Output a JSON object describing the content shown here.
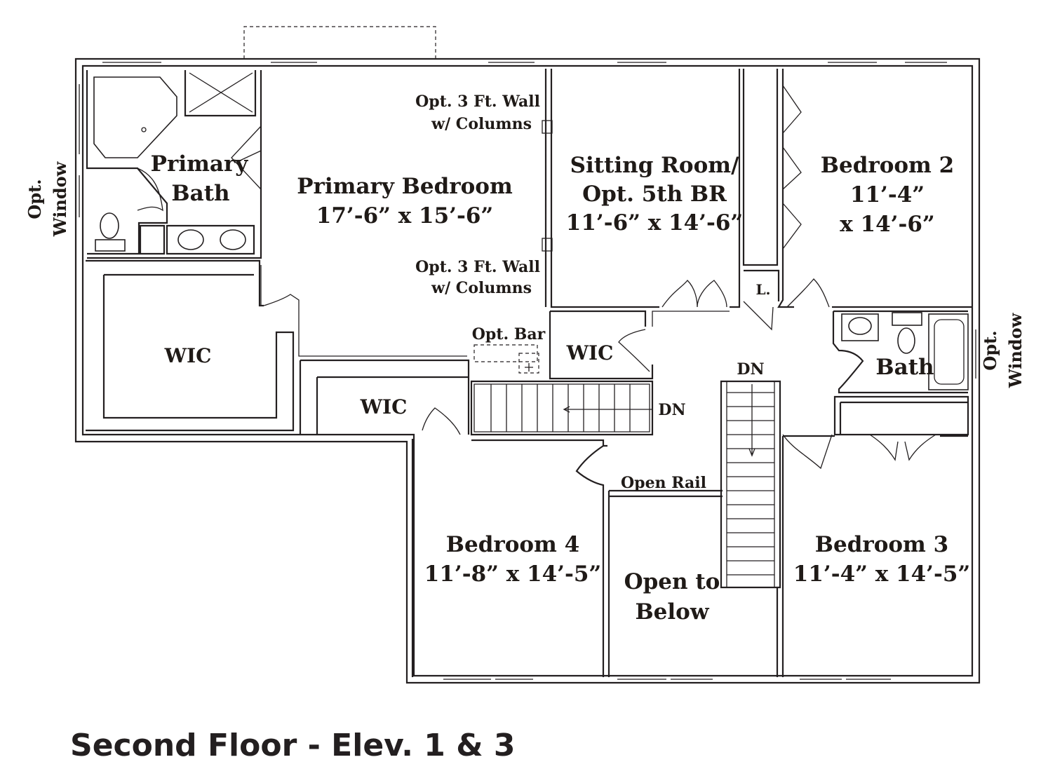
{
  "title": "Second Floor - Elev. 1 & 3",
  "rooms": {
    "primary_bath": [
      "Primary",
      "Bath"
    ],
    "primary_bedroom": [
      "Primary Bedroom",
      "17’-6” x 15’-6”"
    ],
    "sitting_room": [
      "Sitting Room/",
      "Opt. 5th BR",
      "11’-6” x 14’-6”"
    ],
    "bedroom2": [
      "Bedroom 2",
      "11’-4”",
      "x 14’-6”"
    ],
    "wic_primary": "WIC",
    "wic_middle": "WIC",
    "wic_hall": "WIC",
    "bath": "Bath",
    "linen": "L.",
    "bedroom4": [
      "Bedroom 4",
      "11’-8” x 14’-5”"
    ],
    "open_to_below": [
      "Open to",
      "Below"
    ],
    "bedroom3": [
      "Bedroom 3",
      "11’-4” x 14’-5”"
    ]
  },
  "notes": {
    "opt_wall_top": [
      "Opt. 3 Ft. Wall",
      "w/ Columns"
    ],
    "opt_wall_bottom": [
      "Opt. 3 Ft. Wall",
      "w/ Columns"
    ],
    "opt_bar": "Opt. Bar",
    "open_rail": "Open Rail",
    "dn_left": "DN",
    "dn_right": "DN",
    "opt_window_left": [
      "Opt.",
      "Window"
    ],
    "opt_window_right": [
      "Opt.",
      "Window"
    ]
  }
}
